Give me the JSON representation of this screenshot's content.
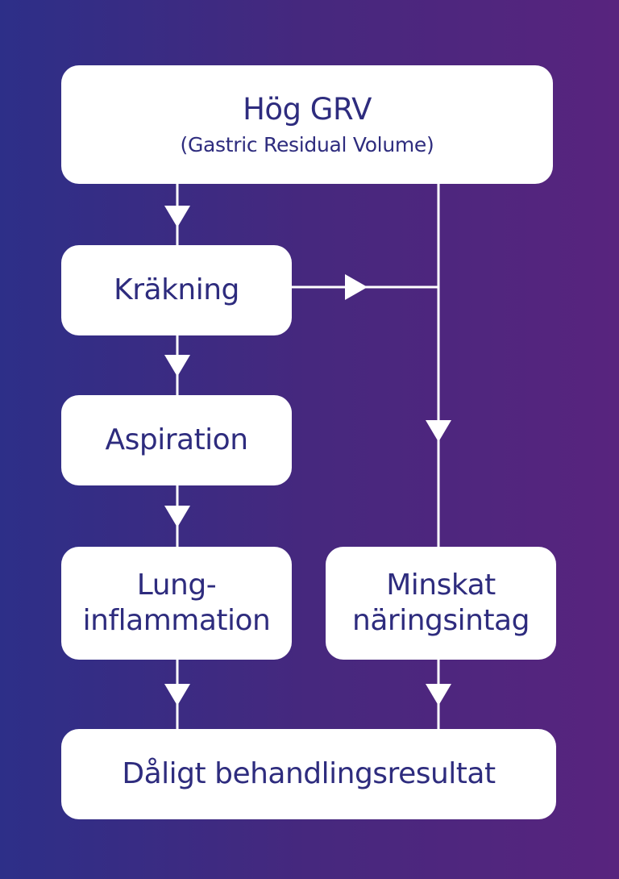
{
  "diagram": {
    "nodes": {
      "top": {
        "title": "Hög GRV",
        "subtitle": "(Gastric Residual Volume)"
      },
      "vomit": {
        "line1": "Kräkning"
      },
      "aspiration": {
        "line1": "Aspiration"
      },
      "pneumonia": {
        "line1": "Lung-",
        "line2": "inflammation"
      },
      "intake": {
        "line1": "Minskat",
        "line2": "näringsintag"
      },
      "outcome": {
        "line1": "Dåligt behandlingsresultat"
      }
    },
    "colors": {
      "background_left": "#2d2f88",
      "background_right": "#58247e",
      "box": "#ffffff",
      "text": "#2e2c7e",
      "connector": "#ffffff"
    }
  }
}
